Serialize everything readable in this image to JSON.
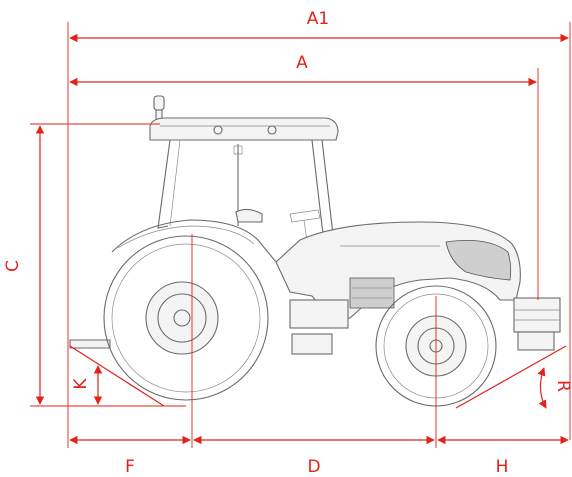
{
  "colors": {
    "dimension": "#e2231a",
    "outline": "#6b6b6b"
  },
  "labels": {
    "a1": "A1",
    "a": "A",
    "c": "C",
    "k": "K",
    "r": "R",
    "f": "F",
    "d": "D",
    "h": "H"
  }
}
